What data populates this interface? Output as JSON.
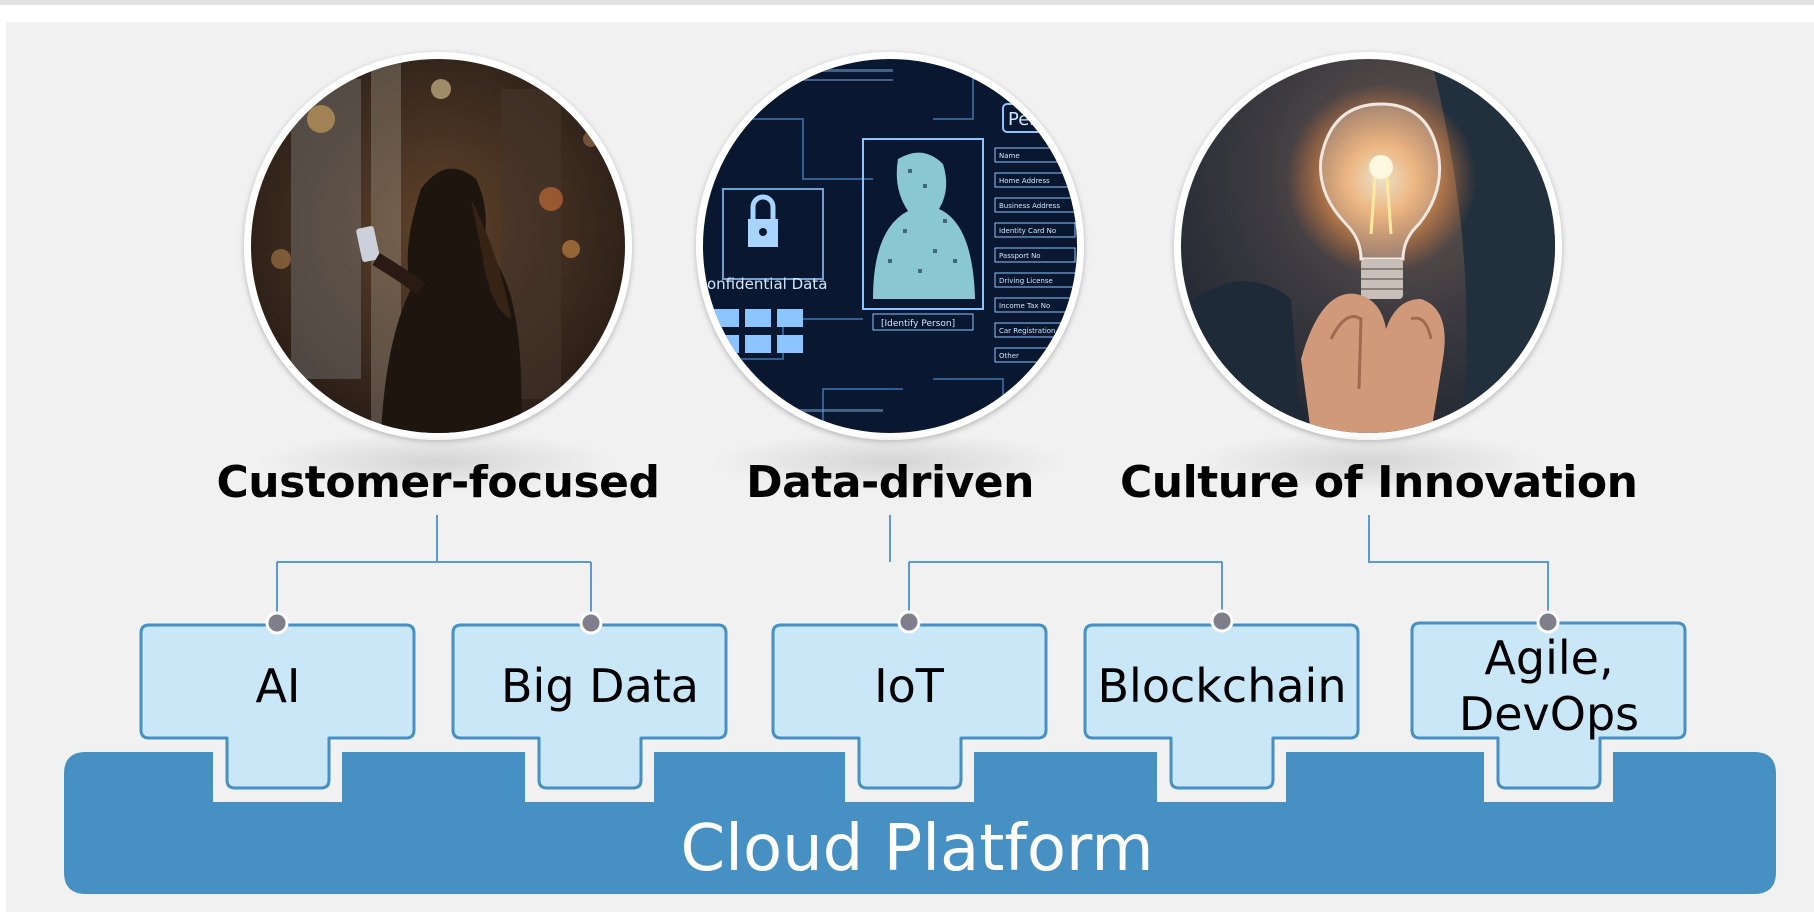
{
  "pillars": [
    {
      "title": "Customer-focused",
      "image_icon": "person-with-smartphone-photo"
    },
    {
      "title": "Data-driven",
      "image_icon": "digital-identity-data-photo"
    },
    {
      "title": "Culture of Innovation",
      "image_icon": "hand-holding-lightbulb-photo"
    }
  ],
  "photo_text": {
    "confidential": "onfidential Data",
    "person_header": "Perso",
    "identify": "[Identify Person]",
    "fields": [
      "Name",
      "Home Address",
      "Business Address",
      "Identity Card No",
      "Passport No",
      "Driving License",
      "Income Tax No",
      "Car Registration",
      "Other"
    ]
  },
  "technologies": [
    {
      "label": "AI"
    },
    {
      "label": "Big Data"
    },
    {
      "label": "IoT"
    },
    {
      "label": "Blockchain"
    },
    {
      "label_line1": "Agile,",
      "label_line2": "DevOps"
    }
  ],
  "platform": {
    "label": "Cloud Platform"
  },
  "colors": {
    "platform": "#4690c4",
    "box_fill": "#c9e7f7",
    "box_border": "#4690c4",
    "connector": "#5b9bd5",
    "dot": "#7f7f8c",
    "panel": "#f1f1f1"
  }
}
